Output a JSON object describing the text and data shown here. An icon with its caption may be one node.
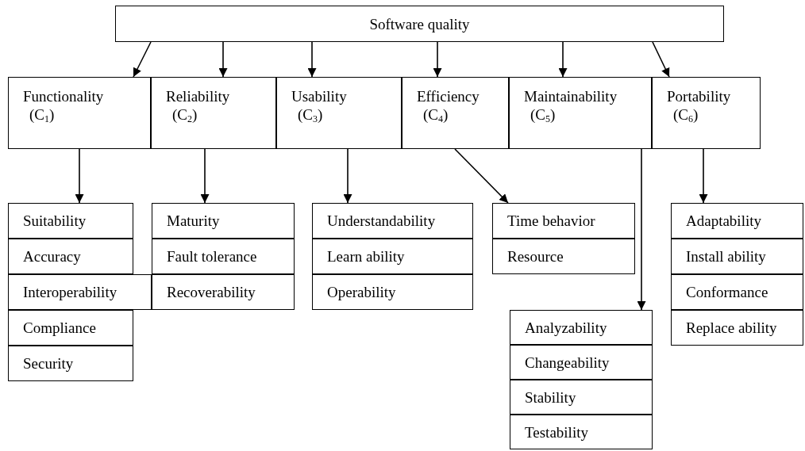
{
  "diagram": {
    "nodes": [
      {
        "text": [
          "Software quality"
        ]
      },
      {
        "text": [
          "Functionality",
          "(C$_{1}$)"
        ]
      },
      {
        "text": [
          "Reliability",
          "(C$_{2}$)"
        ]
      },
      {
        "text": [
          "Usability",
          "(C$_{3}$)"
        ]
      },
      {
        "text": [
          "Efficiency",
          "(C$_{4}$)"
        ]
      },
      {
        "text": [
          "Maintainability",
          "(C$_{5}$)"
        ]
      },
      {
        "text": [
          "Portability",
          "(C$_{6}$)"
        ]
      },
      {
        "text": [
          "Suitability"
        ]
      },
      {
        "text": [
          "Accuracy"
        ]
      },
      {
        "text": [
          "Interoperability"
        ]
      },
      {
        "text": [
          "Compliance"
        ]
      },
      {
        "text": [
          "Security"
        ]
      },
      {
        "text": [
          "Maturity"
        ]
      },
      {
        "text": [
          "Fault tolerance"
        ]
      },
      {
        "text": [
          "Recoverability"
        ]
      },
      {
        "text": [
          "Understandability"
        ]
      },
      {
        "text": [
          "Learn ability"
        ]
      },
      {
        "text": [
          "Operability"
        ]
      },
      {
        "text": [
          "Time behavior"
        ]
      },
      {
        "text": [
          "Resource"
        ]
      },
      {
        "text": [
          "Analyzability"
        ]
      },
      {
        "text": [
          "Changeability"
        ]
      },
      {
        "text": [
          "Stability"
        ]
      },
      {
        "text": [
          "Testability"
        ]
      },
      {
        "text": [
          "Adaptability"
        ]
      },
      {
        "text": [
          "Install ability"
        ]
      },
      {
        "text": [
          "Conformance"
        ]
      },
      {
        "text": [
          "Replace ability"
        ]
      }
    ],
    "edges": [
      {
        "from": 0,
        "to": 1,
        "arrow": "to"
      },
      {
        "from": 0,
        "to": 2,
        "arrow": "to"
      },
      {
        "from": 0,
        "to": 3,
        "arrow": "to"
      },
      {
        "from": 0,
        "to": 4,
        "arrow": "to"
      },
      {
        "from": 0,
        "to": 5,
        "arrow": "to"
      },
      {
        "from": 0,
        "to": 6,
        "arrow": "to"
      },
      {
        "from": 1,
        "to": 7,
        "arrow": "to"
      },
      {
        "from": 2,
        "to": 12,
        "arrow": "to"
      },
      {
        "from": 3,
        "to": 15,
        "arrow": "to"
      },
      {
        "from": 4,
        "to": 18,
        "arrow": "to"
      },
      {
        "from": 5,
        "to": 20,
        "arrow": "to"
      },
      {
        "from": 6,
        "to": 24,
        "arrow": "to"
      }
    ]
  }
}
